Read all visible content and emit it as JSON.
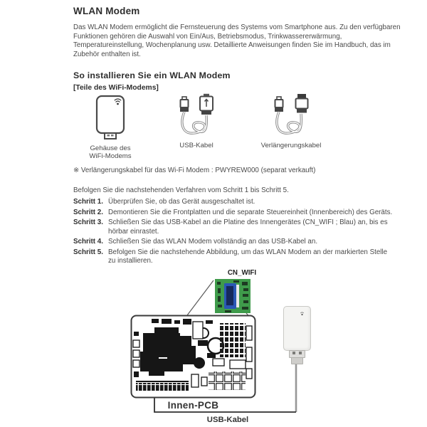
{
  "page": {
    "title": "WLAN Modem",
    "intro": "Das WLAN Modem ermöglicht die Fernsteuerung des Systems vom Smartphone aus. Zu den verfügbaren Funktionen gehören die Auswahl von Ein/Aus, Betriebsmodus, Trinkwassererwärmung, Temperatureinstellung, Wochenplanung usw. Detaillierte Anweisungen finden Sie im Handbuch, das im Zubehör enthalten ist.",
    "section_title": "So installieren Sie ein WLAN Modem",
    "parts_heading": "[Teile des WiFi-Modems]",
    "parts": [
      {
        "label": "Gehäuse des WiFi-Modems",
        "icon": "wifi-modem-housing"
      },
      {
        "label": "USB-Kabel",
        "icon": "usb-cable"
      },
      {
        "label": "Verlängerungskabel",
        "icon": "extension-cable"
      }
    ],
    "note": "※ Verlängerungskabel für das Wi-Fi Modem : PWYREW000 (separat verkauft)",
    "procedure_intro": "Befolgen Sie die nachstehenden Verfahren vom Schritt 1 bis Schritt 5.",
    "steps": [
      {
        "label": "Schritt 1.",
        "text": "Überprüfen Sie, ob das Gerät ausgeschaltet ist."
      },
      {
        "label": "Schritt 2.",
        "text": "Demontieren Sie die Frontplatten und die separate Steuereinheit (Innenbereich) des Geräts."
      },
      {
        "label": "Schritt 3.",
        "text": "Schließen Sie das USB-Kabel an die Platine des Innengerätes (CN_WIFI ; Blau) an, bis es hörbar einrastet."
      },
      {
        "label": "Schritt 4.",
        "text": "Schließen Sie das WLAN Modem vollständig an das USB-Kabel an."
      },
      {
        "label": "Schritt 5.",
        "text": "Befolgen Sie die nachstehende Abbildung, um das WLAN Modem an der markierten Stelle zu installieren."
      }
    ],
    "diagram": {
      "connector_label": "CN_WIFI",
      "pcb_label": "Innen-PCB",
      "cable_label": "USB-Kabel",
      "colors": {
        "pcb_green": "#3f9b4b",
        "connector_blue": "#2a57b5",
        "connector_navy": "#16295c",
        "line_dark": "#2f2f2f",
        "cable_gray": "#979797"
      }
    }
  }
}
